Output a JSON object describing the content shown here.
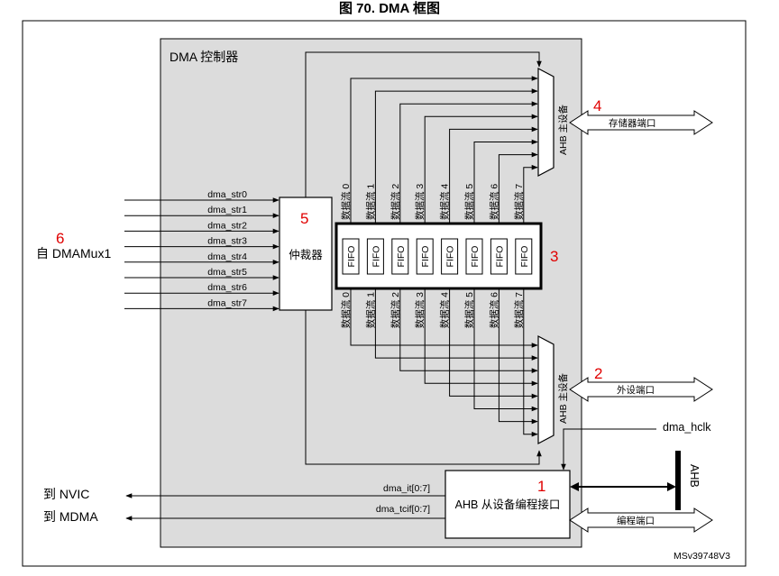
{
  "figure_title": "图 70. DMA 框图",
  "dma_block": {
    "title": "DMA 控制器"
  },
  "arbiter": {
    "label": "仲裁器"
  },
  "request_inputs": {
    "source_label": "自 DMAMux1",
    "signals": [
      "dma_str0",
      "dma_str1",
      "dma_str2",
      "dma_str3",
      "dma_str4",
      "dma_str5",
      "dma_str6",
      "dma_str7"
    ]
  },
  "streams": {
    "labels_top": [
      "数据流 0",
      "数据流 1",
      "数据流 2",
      "数据流 3",
      "数据流 4",
      "数据流 5",
      "数据流 6",
      "数据流 7"
    ],
    "labels_bottom": [
      "数据流 0",
      "数据流 1",
      "数据流 2",
      "数据流 3",
      "数据流 4",
      "数据流 5",
      "数据流 6",
      "数据流 7"
    ],
    "fifo_label": "FIFO"
  },
  "ahb_master_top": {
    "label": "AHB 主设备",
    "port_label": "存储器端口"
  },
  "ahb_master_bottom": {
    "label": "AHB 主设备",
    "port_label": "外设端口"
  },
  "ahb_slave": {
    "label": "AHB 从设备编程接口",
    "port_label": "编程端口",
    "outputs": [
      {
        "signal": "dma_it[0:7]",
        "target": "到 NVIC"
      },
      {
        "signal": "dma_tcif[0:7]",
        "target": "到 MDMA"
      }
    ]
  },
  "clock": {
    "label": "dma_hclk"
  },
  "bus": {
    "label": "AHB"
  },
  "callouts": {
    "slave": "1",
    "peripheral_port": "2",
    "fifo": "3",
    "memory_port": "4",
    "arbiter": "5",
    "dmamux": "6"
  },
  "reference_id": "MSv39748V3"
}
